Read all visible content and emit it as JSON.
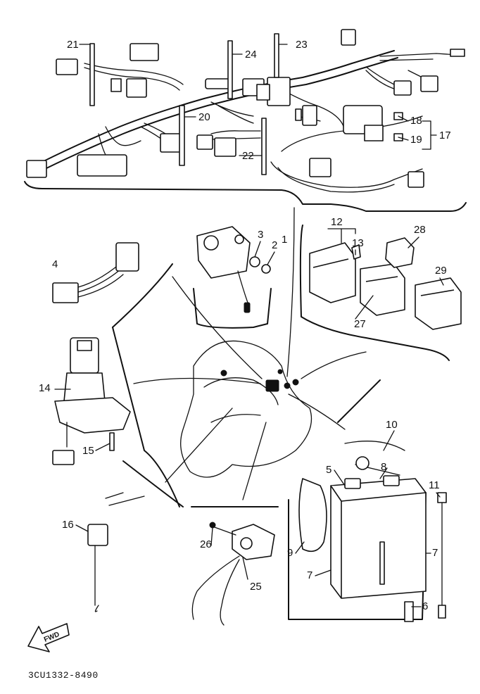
{
  "diagram": {
    "drawing_code": "3CU1332-8490",
    "direction_tag": "FWD",
    "callouts": {
      "c1": "1",
      "c2": "2",
      "c3": "3",
      "c4": "4",
      "c5": "5",
      "c6": "6",
      "c7a": "7",
      "c7b": "7",
      "c8": "8",
      "c9": "9",
      "c10": "10",
      "c11": "11",
      "c12": "12",
      "c13": "13",
      "c14": "14",
      "c15": "15",
      "c16": "16",
      "c17": "17",
      "c18": "18",
      "c19": "19",
      "c20": "20",
      "c21": "21",
      "c22": "22",
      "c23": "23",
      "c24": "24",
      "c25": "25",
      "c26": "26",
      "c27": "27",
      "c28": "28",
      "c29": "29"
    }
  }
}
